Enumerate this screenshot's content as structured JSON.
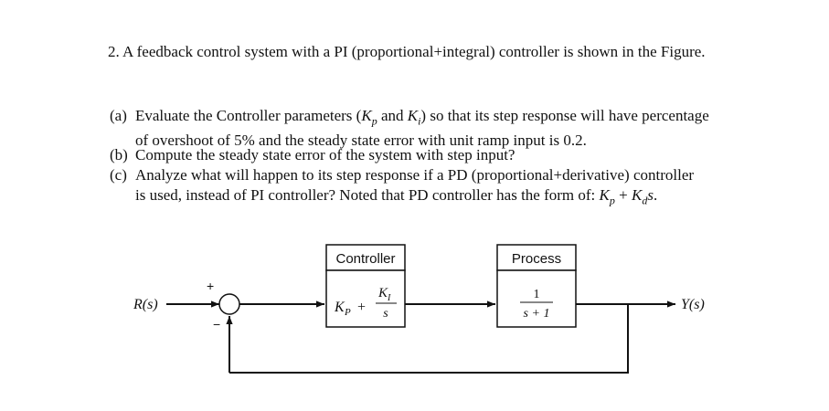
{
  "question": {
    "intro": "2. A feedback control system with a PI (proportional+integral) controller is shown in the Figure.",
    "part_a": {
      "label": "(a)",
      "text_1": "Evaluate the Controller parameters (",
      "kp": "K",
      "kp_sub": "p",
      "and": " and ",
      "ki": "K",
      "ki_sub": "i",
      "text_2": ") so that its step response will have percentage",
      "text_3": "of overshoot of 5% and the steady state error with unit ramp input is 0.2."
    },
    "part_b": {
      "label": "(b)",
      "text": "Compute the steady state error of the system with step input?"
    },
    "part_c": {
      "label": "(c)",
      "text_1": "Analyze what will happen to its step response if a PD (proportional+derivative) controller",
      "text_2": "is used, instead of PI controller? Noted that PD controller has the form of: ",
      "pd_kp": "K",
      "pd_kp_sub": "p",
      "pd_plus": " + ",
      "pd_kd": "K",
      "pd_kd_sub": "d",
      "pd_s": "s",
      "end": "."
    }
  },
  "diagram": {
    "input_label": "R(s)",
    "output_label": "Y(s)",
    "plus_sign": "+",
    "minus_sign": "−",
    "controller": {
      "title": "Controller",
      "kp": "K",
      "kp_sub": "P",
      "plus": "+",
      "num": "K",
      "num_sub": "I",
      "den": "s"
    },
    "process": {
      "title": "Process",
      "num": "1",
      "den": "s + 1"
    },
    "line_color": "#111111"
  }
}
